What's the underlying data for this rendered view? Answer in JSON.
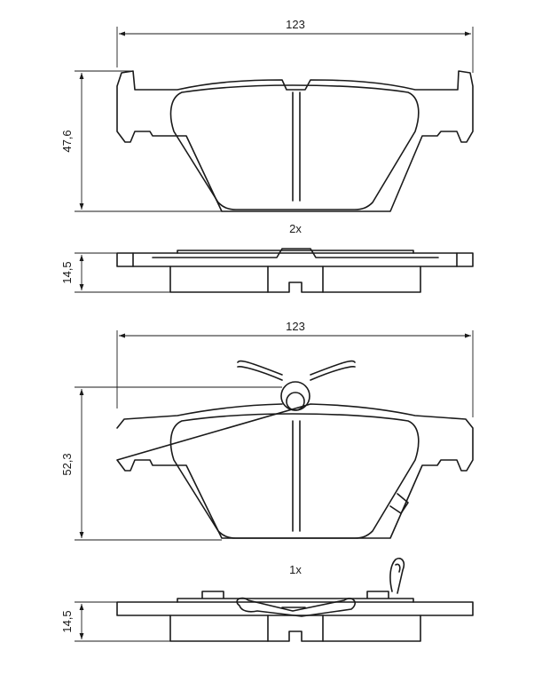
{
  "views": {
    "pad_top": {
      "width_label": "123",
      "height_label": "47,6",
      "quantity_label": "2x"
    },
    "pad_top_side": {
      "thickness_label": "14,5"
    },
    "pad_bottom": {
      "width_label": "123",
      "height_label": "52,3",
      "quantity_label": "1x"
    },
    "pad_bottom_side": {
      "thickness_label": "14,5"
    }
  },
  "colors": {
    "line": "#1a1a1a",
    "background": "#ffffff"
  }
}
